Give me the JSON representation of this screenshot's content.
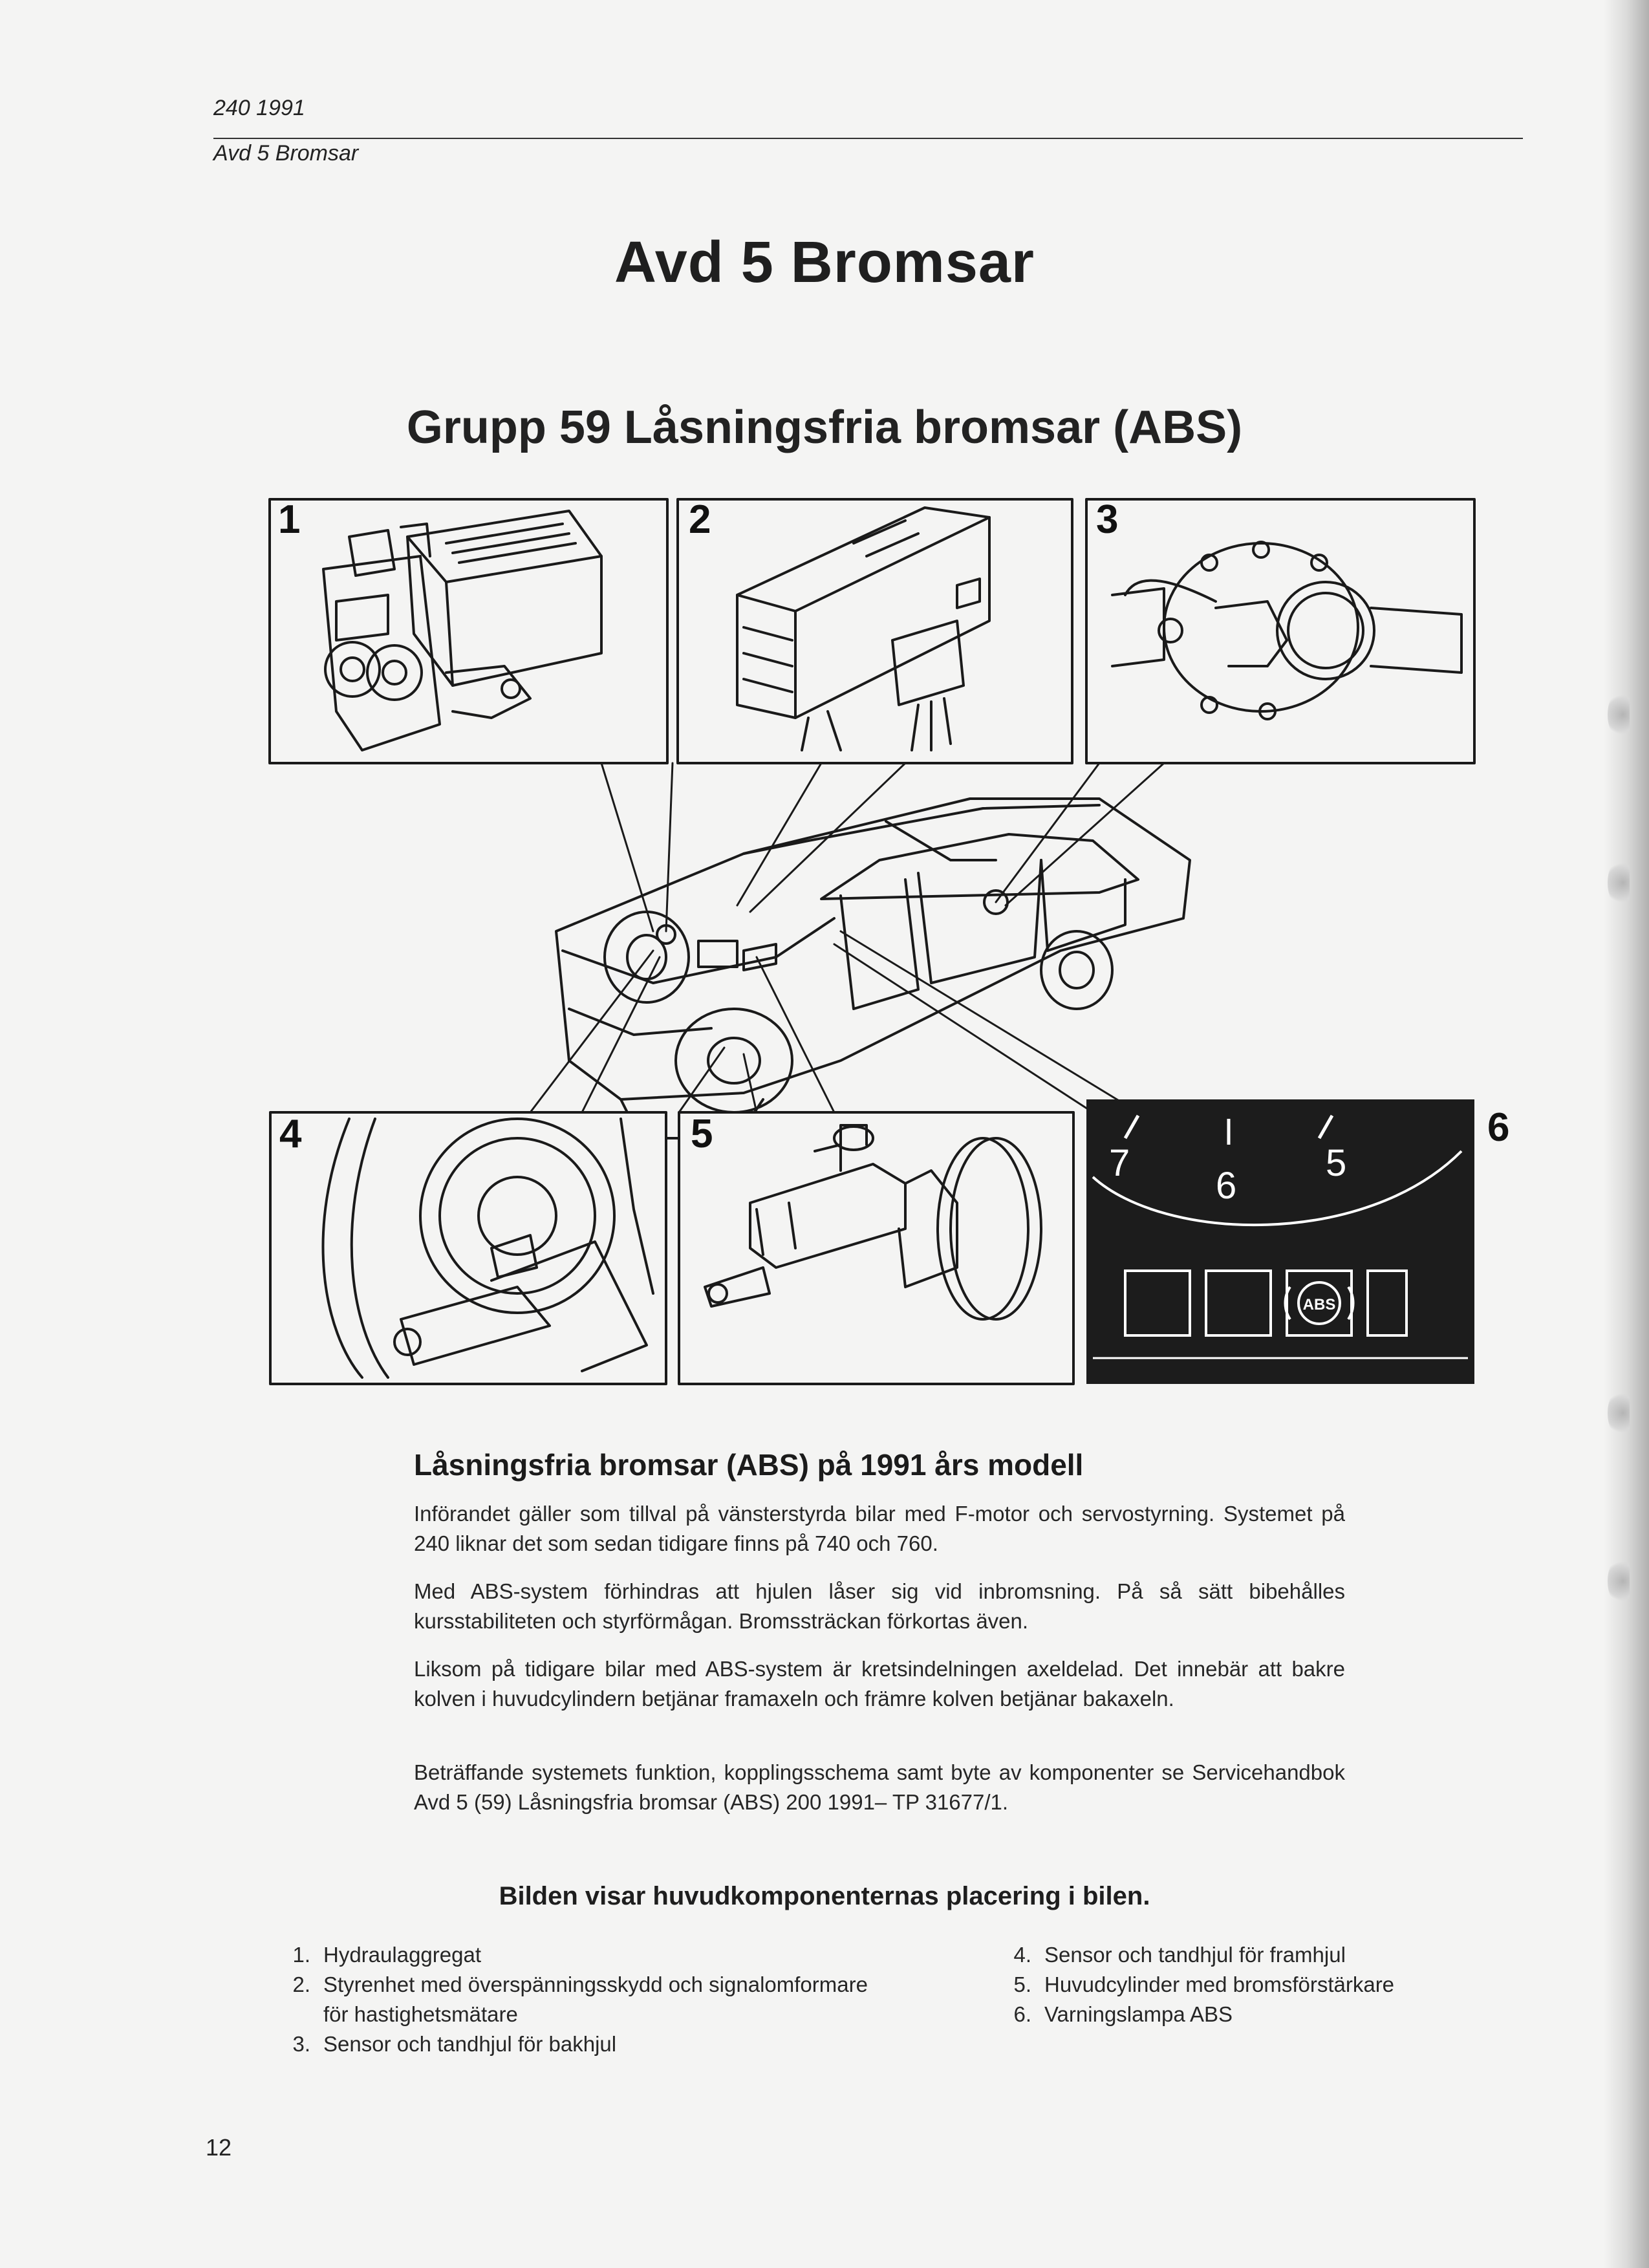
{
  "header": {
    "line1": "240 1991",
    "line2": "Avd 5 Bromsar"
  },
  "title": "Avd 5 Bromsar",
  "subtitle": "Grupp 59 Låsningsfria bromsar (ABS)",
  "figure": {
    "panel_numbers": [
      "1",
      "2",
      "3",
      "4",
      "5",
      "6"
    ],
    "dashboard_numbers": [
      "7",
      "6",
      "5"
    ],
    "abs_lamp_label": "ABS"
  },
  "section": {
    "heading": "Låsningsfria bromsar (ABS) på 1991 års modell",
    "paragraphs": [
      "Införandet gäller som tillval på vänsterstyrda bilar med F-motor och servostyrning. Systemet på 240 liknar det som sedan tidigare finns på 740 och 760.",
      "Med ABS-system förhindras att hjulen låser sig vid inbromsning. På så sätt bibehålles kursstabiliteten och styrförmågan. Bromssträckan förkortas även.",
      "Liksom på tidigare bilar med ABS-system är kretsindelningen axeldelad. Det innebär att bakre kolven i huvudcylindern betjänar framaxeln och främre kolven betjänar bakaxeln.",
      "Beträffande systemets funktion, kopplingsschema samt byte av komponenter se Servicehandbok Avd 5 (59) Låsningsfria bromsar (ABS) 200 1991– TP 31677/1."
    ],
    "caption": "Bilden visar huvudkomponenternas placering i bilen."
  },
  "components_left": [
    {
      "num": "1.",
      "text": "Hydraulaggregat"
    },
    {
      "num": "2.",
      "text": "Styrenhet med överspänningsskydd och signalomformare för hastighetsmätare"
    },
    {
      "num": "3.",
      "text": "Sensor och tandhjul för bakhjul"
    }
  ],
  "components_right": [
    {
      "num": "4.",
      "text": "Sensor och tandhjul för framhjul"
    },
    {
      "num": "5.",
      "text": "Huvudcylinder med bromsförstärkare"
    },
    {
      "num": "6.",
      "text": "Varningslampa ABS"
    }
  ],
  "page_number": "12"
}
